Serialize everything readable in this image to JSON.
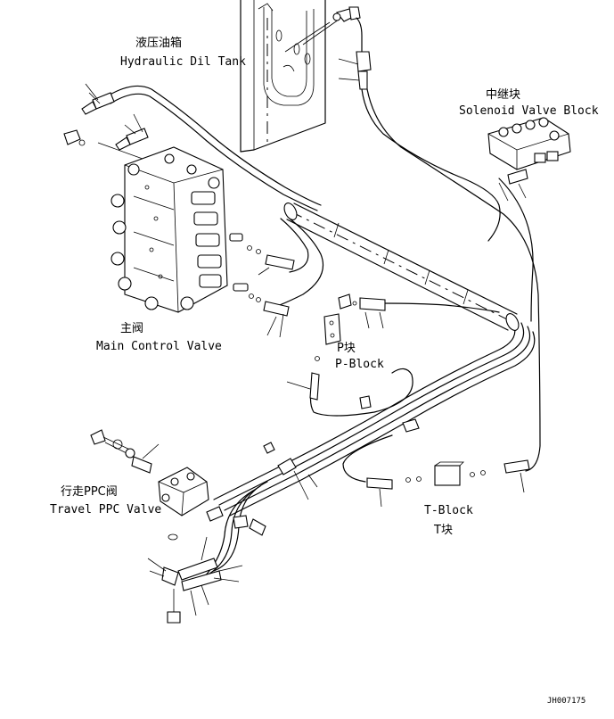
{
  "labels": {
    "hydraulic_oil_tank_cn": "液压油箱",
    "hydraulic_oil_tank_en": "Hydraulic Dil Tank",
    "solenoid_valve_block_cn": "中继块",
    "solenoid_valve_block_en": "Solenoid Valve Block",
    "main_control_valve_cn": "主阀",
    "main_control_valve_en": "Main Control Valve",
    "p_block_cn": "P块",
    "p_block_en": "P-Block",
    "travel_ppc_valve_cn": "行走PPC阀",
    "travel_ppc_valve_en": "Travel PPC Valve",
    "t_block_en": "T-Block",
    "t_block_cn": "T块"
  },
  "drawing_code": "JH007175"
}
